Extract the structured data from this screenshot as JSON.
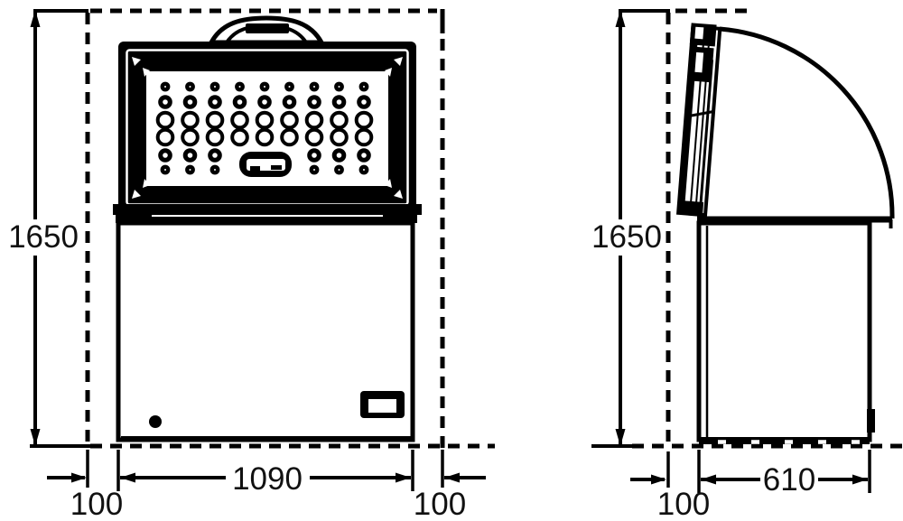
{
  "page": {
    "background_color": "#ffffff",
    "line_color": "#000000"
  },
  "views": {
    "front": {
      "height": "1650",
      "width": "1090",
      "left_clearance": "100",
      "right_clearance": "100",
      "lid_pattern": {
        "columns": 9,
        "row_sizes": [
          "small",
          "medium",
          "large",
          "large",
          "medium",
          "small"
        ]
      }
    },
    "side": {
      "height": "1650",
      "depth": "610",
      "rear_clearance": "100"
    }
  }
}
